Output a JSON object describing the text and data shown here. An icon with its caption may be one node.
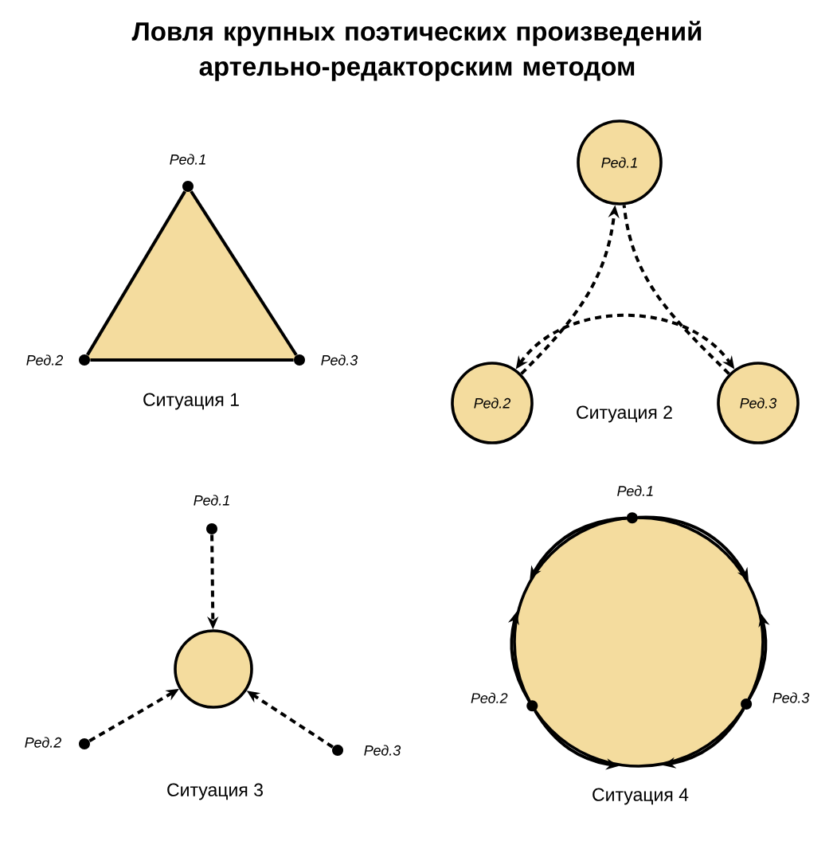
{
  "diagram": {
    "title": "Ловля крупных поэтических произведений артельно-редакторским методом",
    "nodes": [
      {
        "text": [
          "Ред.1"
        ]
      },
      {
        "text": [
          "Ред.2"
        ]
      },
      {
        "text": [
          "Ред.3"
        ]
      },
      {
        "text": [
          "Ред.1"
        ]
      },
      {
        "text": [
          "Ред.2"
        ]
      },
      {
        "text": [
          "Ред.3"
        ]
      },
      {
        "text": [
          "Ред.1"
        ]
      },
      {
        "text": [],
        "shape": "circle"
      },
      {
        "text": [
          "Ред.2"
        ]
      },
      {
        "text": [
          "Ред.3"
        ]
      },
      {
        "text": [],
        "shape": "circle"
      },
      {
        "text": [
          "Ред.1"
        ]
      },
      {
        "text": [
          "Ред.2"
        ]
      },
      {
        "text": [
          "Ред.3"
        ]
      }
    ],
    "edges": [
      {
        "from": 0,
        "to": 1,
        "arrow": "none"
      },
      {
        "from": 0,
        "to": 2,
        "arrow": "none"
      },
      {
        "from": 1,
        "to": 2,
        "arrow": "none"
      },
      {
        "from": 4,
        "to": 3,
        "arrow": "to",
        "style": "dashed"
      },
      {
        "from": 5,
        "to": 3,
        "arrow": "none",
        "style": "dashed"
      },
      {
        "from": 4,
        "to": 5,
        "arrow": "both",
        "style": "dashed"
      },
      {
        "from": 6,
        "to": 7,
        "arrow": "to",
        "style": "dashed"
      },
      {
        "from": 8,
        "to": 7,
        "arrow": "to",
        "style": "dashed"
      },
      {
        "from": 9,
        "to": 7,
        "arrow": "to",
        "style": "dashed"
      },
      {
        "from": 11,
        "to": 10,
        "arrow": "to"
      },
      {
        "from": 12,
        "to": 10,
        "arrow": "to"
      },
      {
        "from": 11,
        "to": 10,
        "arrow": "to"
      },
      {
        "from": 13,
        "to": 10,
        "arrow": "to"
      },
      {
        "from": 12,
        "to": 10,
        "arrow": "to"
      },
      {
        "from": 13,
        "to": 10,
        "arrow": "to"
      }
    ],
    "labels": [
      "Ситуация 1",
      "Ситуация 2",
      "Ситуация 3",
      "Ситуация 4"
    ]
  }
}
